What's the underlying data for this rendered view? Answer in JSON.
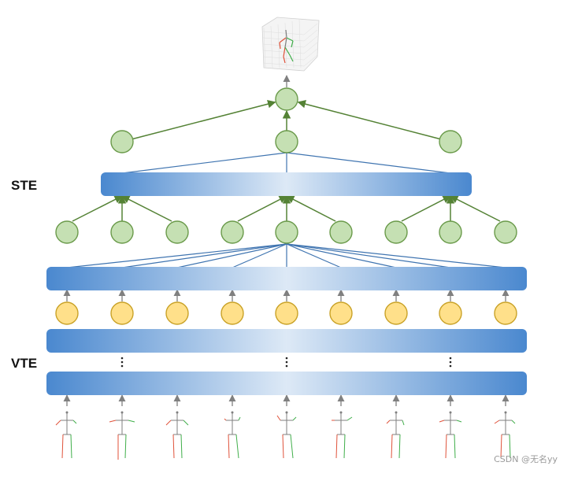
{
  "labels": {
    "ste": "STE",
    "vte": "VTE"
  },
  "watermark": "CSDN @无名yy",
  "colors": {
    "bar_edge": "#4a88cf",
    "bar_center": "#dde9f6",
    "green_fill": "#c5e0b3",
    "green_stroke": "#6a9a4a",
    "green_arrow": "#548235",
    "yellow_fill": "#ffe08a",
    "yellow_stroke": "#c9a227",
    "blue_line": "#3f74b0",
    "gray_arrow": "#808080",
    "skeleton_red": "#e0523a",
    "skeleton_green": "#3fae49",
    "skeleton_gray": "#7f7f7f"
  },
  "icons": {
    "output": "3d-pose-plot-icon",
    "input": "2d-pose-skeleton-icon",
    "ellipsis": "vertical-ellipsis-icon"
  },
  "diagram": {
    "input_frames": 9,
    "frame_tokens": 9,
    "ste_level1_nodes": 9,
    "ste_level2_nodes": 3,
    "output_nodes": 1
  }
}
